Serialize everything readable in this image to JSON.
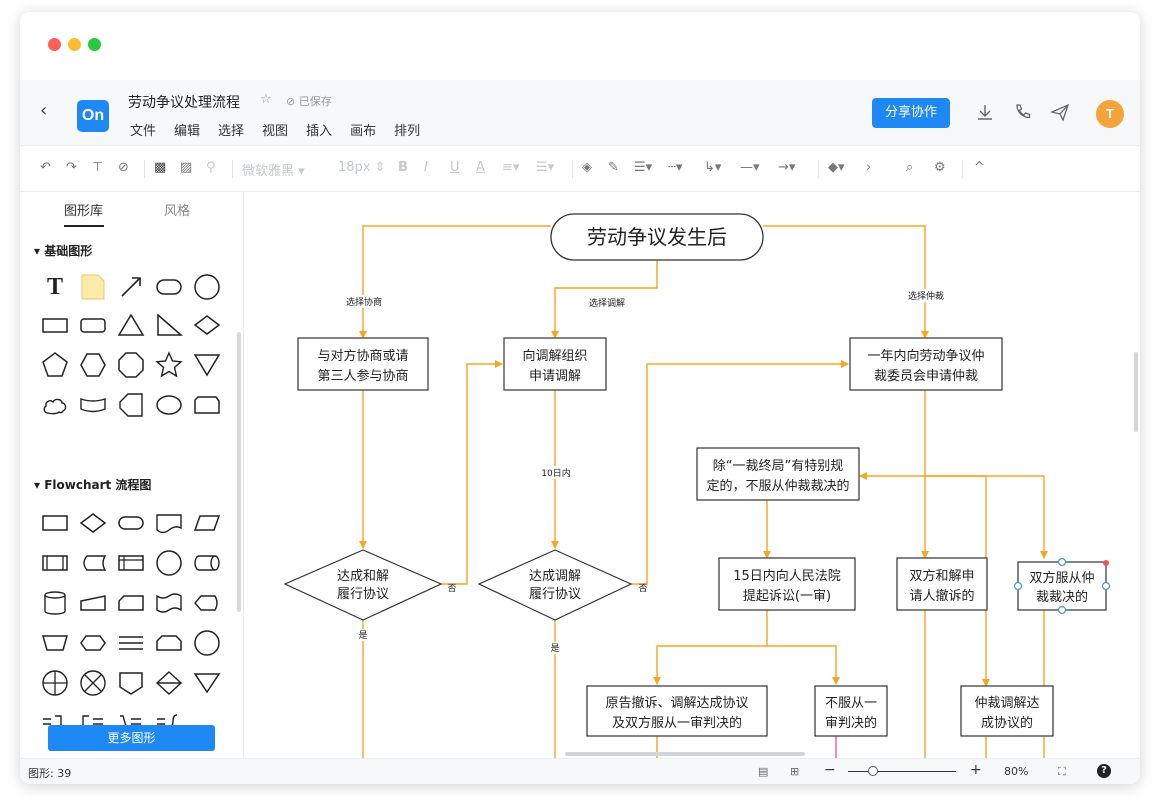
{
  "header": {
    "title": "劳动争议处理流程",
    "saved_status": "已保存",
    "menu": [
      "文件",
      "编辑",
      "选择",
      "视图",
      "插入",
      "画布",
      "排列"
    ],
    "share_label": "分享协作",
    "logo_text": "On",
    "avatar_initial": "T"
  },
  "toolbar": {
    "font_family": "微软雅黑",
    "font_size": "18px"
  },
  "sidebar": {
    "tabs": [
      "图形库",
      "风格"
    ],
    "section_basic": "基础图形",
    "section_flowchart": "Flowchart 流程图",
    "more_shapes_label": "更多图形"
  },
  "status": {
    "shape_count": "图形: 39",
    "zoom": "80%"
  },
  "colors": {
    "accent": "#1e88f5",
    "connector": "#f5a623",
    "selection_handle": "#4a90e2"
  },
  "diagram": {
    "nodes": {
      "start": "劳动争议发生后",
      "negotiate": [
        "与对方协商或请",
        "第三人参与协商"
      ],
      "mediate": [
        "向调解组织",
        "申请调解"
      ],
      "arbitrate": [
        "一年内向劳动争议仲",
        "裁委员会申请仲裁"
      ],
      "decision_settle": [
        "达成和解",
        "履行协议"
      ],
      "decision_mediate": [
        "达成调解",
        "履行协议"
      ],
      "exception": [
        "除“一裁终局”有特别规",
        "定的，不服从仲裁裁决的"
      ],
      "lawsuit": [
        "15日内向人民法院",
        "提起诉讼(一审)"
      ],
      "withdraw_arbitration": [
        "双方和解申",
        "请人撤诉的"
      ],
      "accept_award": [
        "双方服从仲",
        "裁裁决的"
      ],
      "first_instance_end": [
        "原告撤诉、调解达成协议",
        "及双方服从一审判决的"
      ],
      "appeal": [
        "不服从一",
        "审判决的"
      ],
      "arbitration_mediation": [
        "仲裁调解达",
        "成协议的"
      ]
    },
    "edge_labels": {
      "choose_negotiate": "选择协商",
      "choose_mediate": "选择调解",
      "choose_arbitrate": "选择仲裁",
      "ten_days": "10日内",
      "no_1": "否",
      "no_2": "否",
      "yes_1": "是",
      "yes_2": "是"
    }
  }
}
